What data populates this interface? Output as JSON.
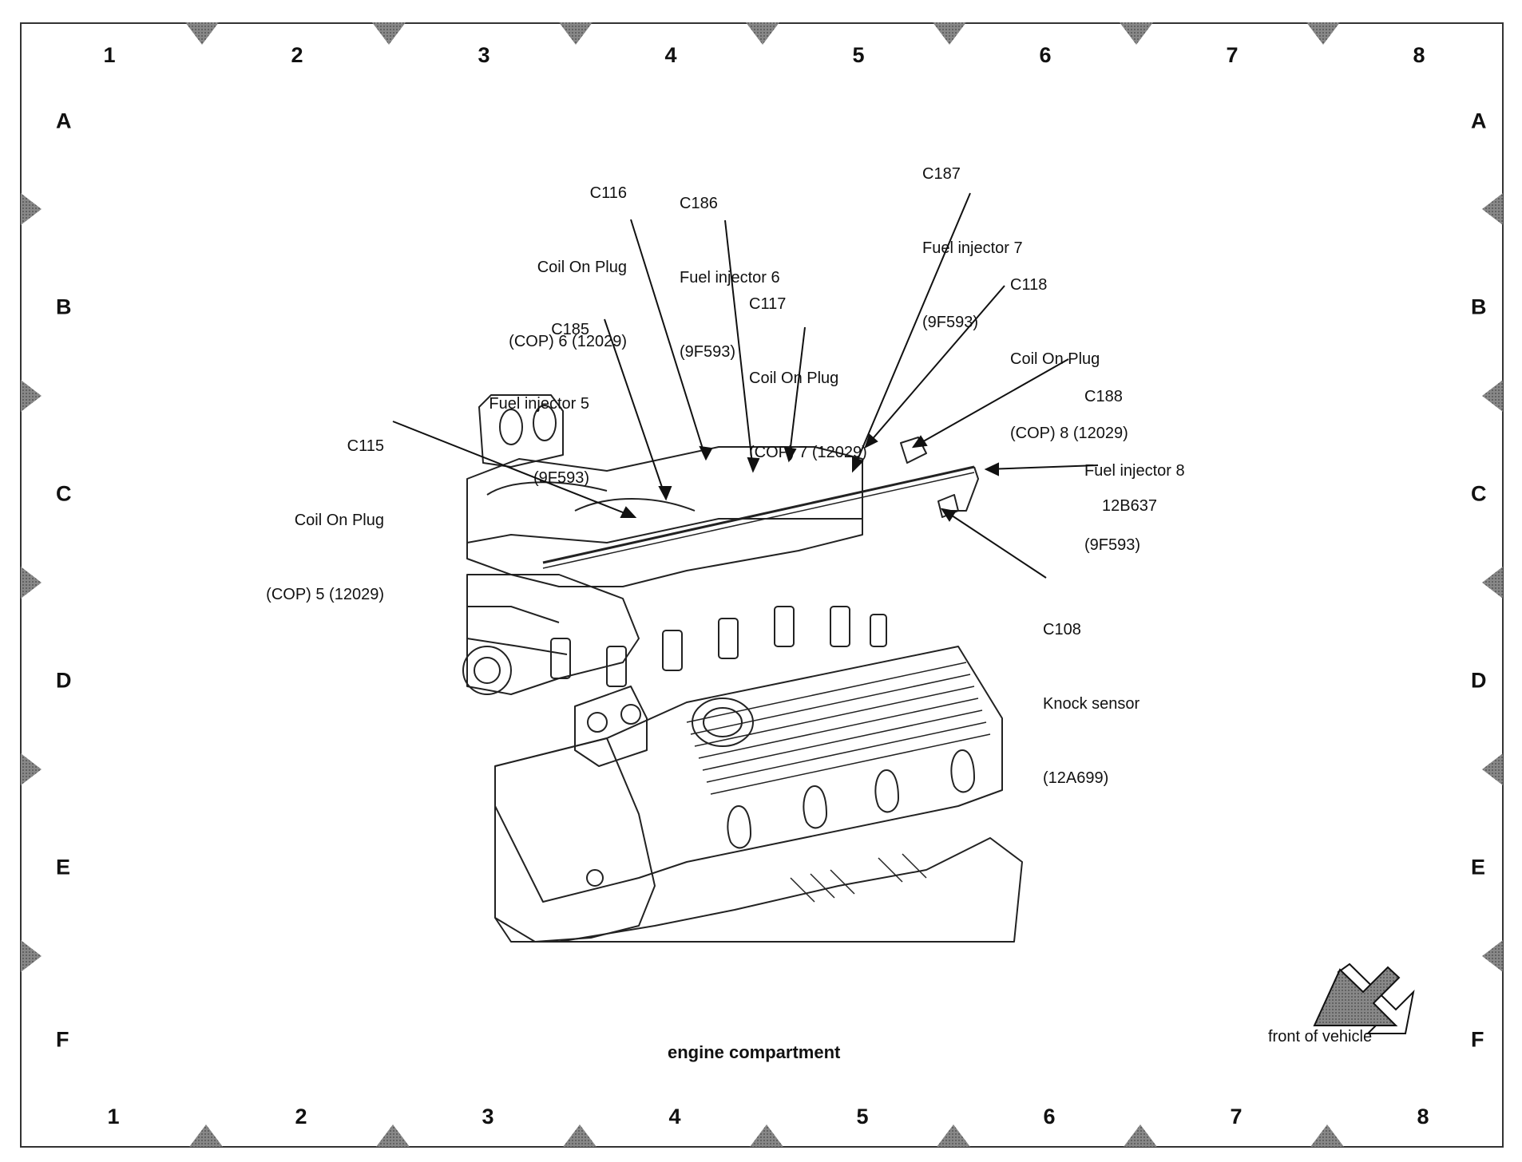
{
  "grid": {
    "columns": [
      "1",
      "2",
      "3",
      "4",
      "5",
      "6",
      "7",
      "8"
    ],
    "rows": [
      "A",
      "B",
      "C",
      "D",
      "E",
      "F"
    ]
  },
  "callouts": {
    "c116": {
      "id": "C116",
      "line1": "Coil On Plug",
      "line2": "(COP) 6 (12029)"
    },
    "c186": {
      "id": "C186",
      "line1": "Fuel injector 6",
      "line2": "(9F593)"
    },
    "c187": {
      "id": "C187",
      "line1": "Fuel injector 7",
      "line2": "(9F593)"
    },
    "c117": {
      "id": "C117",
      "line1": "Coil On Plug",
      "line2": "(COP) 7 (12029)"
    },
    "c118": {
      "id": "C118",
      "line1": "Coil On Plug",
      "line2": "(COP) 8 (12029)"
    },
    "c185": {
      "id": "C185",
      "line1": "Fuel injector 5",
      "line2": "(9F593)"
    },
    "c188": {
      "id": "C188",
      "line1": "Fuel injector 8",
      "line2": "(9F593)"
    },
    "c115": {
      "id": "C115",
      "line1": "Coil On Plug",
      "line2": "(COP) 5 (12029)"
    },
    "p12b637": {
      "id": "12B637"
    },
    "c108": {
      "id": "C108",
      "line1": "Knock sensor",
      "line2": "(12A699)"
    }
  },
  "caption": "engine compartment",
  "front_label": "front of vehicle",
  "colors": {
    "ink": "#111111",
    "marker": "#555555",
    "background": "#ffffff"
  }
}
